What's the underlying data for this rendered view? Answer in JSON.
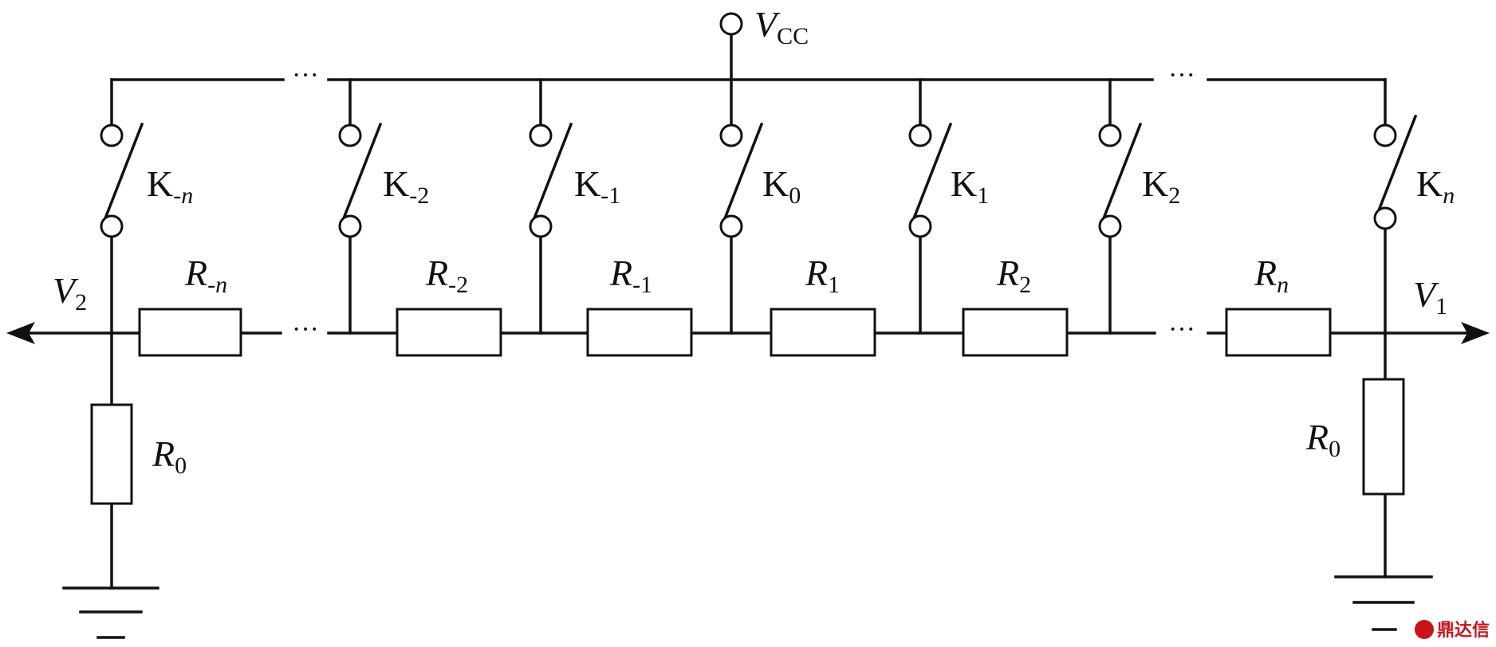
{
  "supply": {
    "sym": "V",
    "sub": "CC"
  },
  "ellipsis": "···",
  "switches": [
    {
      "id": "K-n",
      "sym": "K",
      "sub": "-n"
    },
    {
      "id": "K-2",
      "sym": "K",
      "sub": "-2"
    },
    {
      "id": "K-1",
      "sym": "K",
      "sub": "-1"
    },
    {
      "id": "K0",
      "sym": "K",
      "sub": "0"
    },
    {
      "id": "K1",
      "sym": "K",
      "sub": "1"
    },
    {
      "id": "K2",
      "sym": "K",
      "sub": "2"
    },
    {
      "id": "Kn",
      "sym": "K",
      "sub": "n"
    }
  ],
  "resistors": [
    {
      "id": "R-n",
      "sym": "R",
      "sub": "-n"
    },
    {
      "id": "R-2",
      "sym": "R",
      "sub": "-2"
    },
    {
      "id": "R-1",
      "sym": "R",
      "sub": "-1"
    },
    {
      "id": "R1",
      "sym": "R",
      "sub": "1"
    },
    {
      "id": "R2",
      "sym": "R",
      "sub": "2"
    },
    {
      "id": "Rn",
      "sym": "R",
      "sub": "n"
    }
  ],
  "load_resistors": [
    {
      "id": "R0-left",
      "sym": "R",
      "sub": "0"
    },
    {
      "id": "R0-right",
      "sym": "R",
      "sub": "0"
    }
  ],
  "outputs": {
    "left": {
      "sym": "V",
      "sub": "2"
    },
    "right": {
      "sym": "V",
      "sub": "1"
    }
  },
  "watermark": "鼎达信"
}
